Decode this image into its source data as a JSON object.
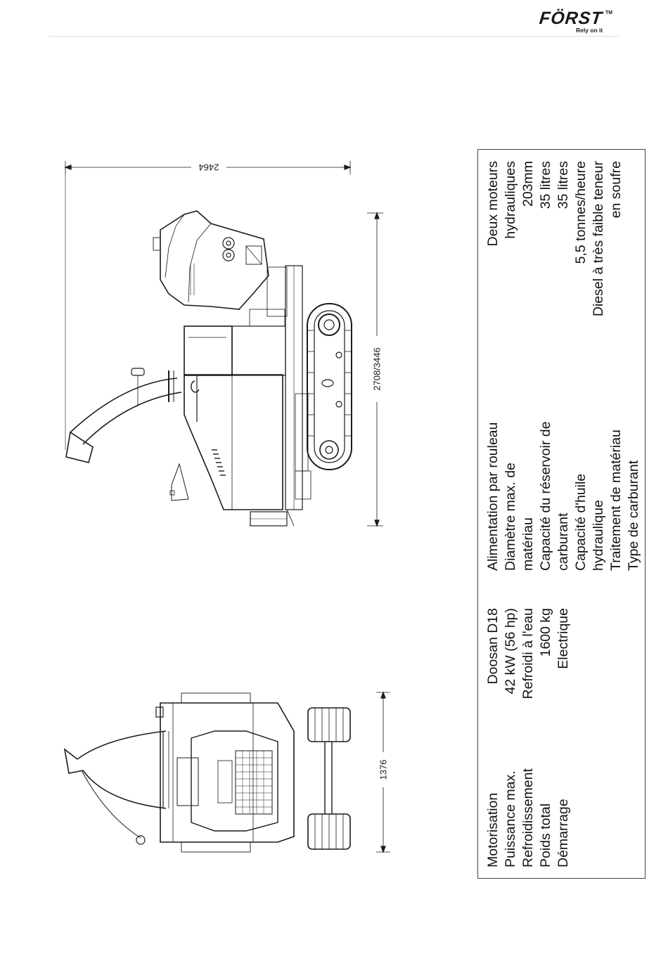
{
  "header": {
    "brand": "FÖRST",
    "trademark": "TM",
    "tagline": "Rely on it"
  },
  "drawing": {
    "side_view_dimension_length": "2708/3446",
    "side_view_dimension_height": "2464",
    "front_view_dimension_width": "1376"
  },
  "specs": {
    "left_labels": [
      "Motorisation",
      "Puissance max.",
      "Refroidissement",
      "Poids total",
      "Démarrage"
    ],
    "left_values": [
      "Doosan D18",
      "42 kW (56 hp)",
      "Refroidi à l'eau",
      "1600 kg",
      "Electrique"
    ],
    "right_labels": [
      "Alimentation par rouleau",
      "Diamètre max. de",
      "matériau",
      "Capacité du réservoir de",
      "carburant",
      "Capacité d'huile",
      "hydraulique",
      "Traitement de matériau",
      "Type de carburant"
    ],
    "right_values": [
      "Deux moteurs",
      "hydrauliques",
      "203mm",
      "35 litres",
      "35 litres",
      "5,5 tonnes/heure",
      "Diesel à très faible teneur",
      "en soufre"
    ]
  }
}
